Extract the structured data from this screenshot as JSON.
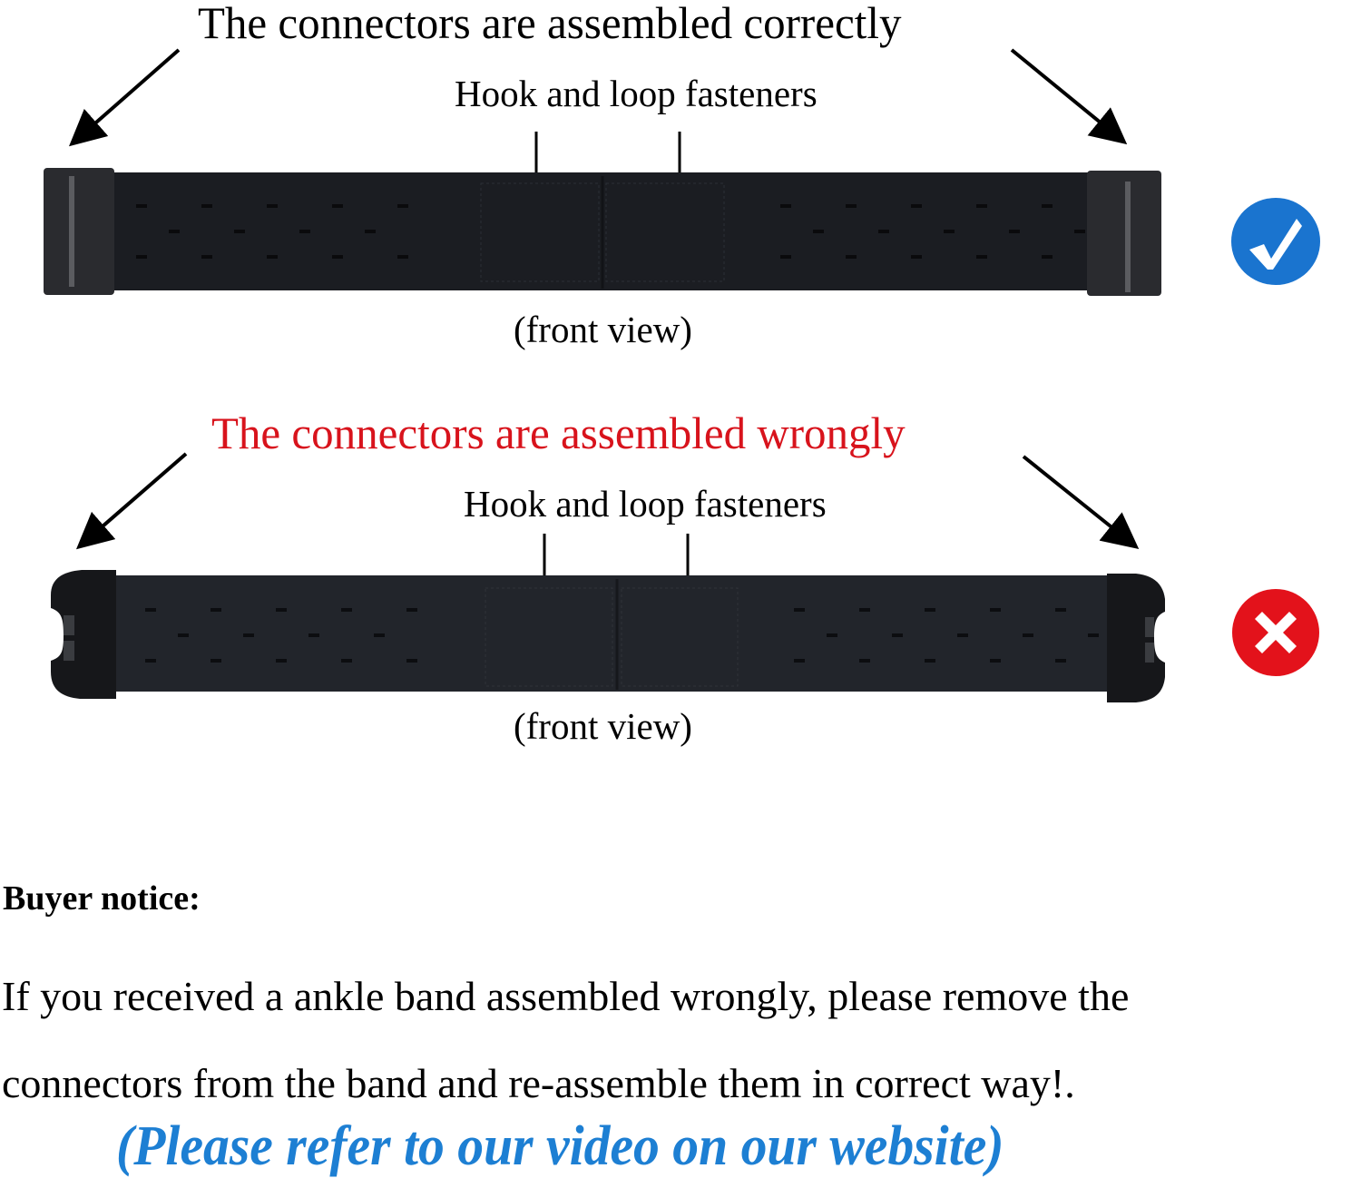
{
  "sections": [
    {
      "heading": "The connectors are assembled correctly",
      "heading_color": "#000000",
      "sublabel": "Hook and loop fasteners",
      "caption": "(front view)",
      "status_icon": "check-circle-icon",
      "status_color": "#1a74cf",
      "connector_style": "flat-end-cap"
    },
    {
      "heading": "The connectors are assembled wrongly",
      "heading_color": "#d8131c",
      "sublabel": "Hook and loop fasteners",
      "caption": "(front view)",
      "status_icon": "x-circle-icon",
      "status_color": "#e3121b",
      "connector_style": "open-slot-cap"
    }
  ],
  "notice": {
    "heading": "Buyer notice:",
    "lines": [
      "If you received a ankle band assembled wrongly, please remove the",
      "connectors from the band and re-assemble them in correct way!."
    ],
    "video_note": "(Please refer to our video on our website)",
    "video_note_color": "#1d7fd3"
  }
}
